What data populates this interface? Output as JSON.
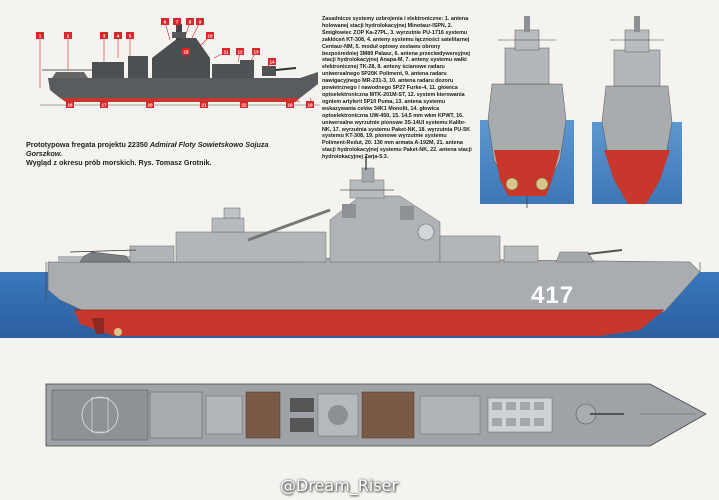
{
  "caption": {
    "line1": "Prototypowa fregata projektu 22350 ",
    "ship_name": "Admirał Floty Sowietskowo Sojuza Gorszkow.",
    "line2": "Wygląd z okresu prób morskich. Rys. Tomasz Grotnik."
  },
  "legend_text": "Zasadnicze systemy uzbrojenia i elektroniczne: 1. antena holowanej stacji hydrolokacyjnej Minotaur-ISPN, 2. Śmigłowiec ZOP Ka-27PL, 3. wyrzutnie PU-1716 systemu zakłóceń KT-308, 4. anteny systemu łączności satelitarnej Centaur-NM, 5. moduł optowy zestawu obrony bezpośredniej 3M89 Palasz, 6. antena przeciwdywersyjnej stacji hydrolokacyjnej Anapa-M, 7. anteny systemu walki elektronicznej TK-28, 8. anteny ścianowe radaru uniwersalnego 5P20K Poliment, 9. antena radaru nawigacyjnego MR-231-3, 10. antena radaru dozoru powietrznego i nawodnego 5P27 Furke-4, 11. głowica optoelektroniczna MTK-201M-ST, 12. system kierowania ogniem artylerii 5P10 Puma, 13. antena systemu wskazywania celów 34K1 Monolit, 14. głowica optoelektroniczna UW-450, 15. 14,5 mm wkm KPWT, 16. uniwersalne wyrzutnie pionowe 3S-14UI systemu Kalibr-NK, 17. wyrzutnia systemu Paket-NK, 18. wyrzutnia PU-5K systemu KT-308, 19. pionowe wyrzutnie systemu Poliment-Redut, 20. 130 mm armata A-192M, 21. antena stacji hydrolokacyjnej systemu Paket-NK, 22. antena stacji hydrolokacyjnej Zarja-5.3.",
  "hull_number": "417",
  "callouts_top": [
    "1",
    "2",
    "3",
    "4",
    "5",
    "6",
    "7",
    "8",
    "9",
    "10",
    "11",
    "12",
    "13",
    "14",
    "15",
    "16",
    "17",
    "18",
    "19",
    "20",
    "21",
    "22"
  ],
  "watermark": "@Dream_Riser",
  "colors": {
    "hull_grey": "#a9acb0",
    "dark_grey": "#6f7377",
    "boot_red": "#c8372c",
    "sea_blue": "#2f6bb0",
    "callout_red": "#d8262a",
    "deck_brown": "#7a5a44",
    "propeller_gold": "#d9c48a"
  }
}
